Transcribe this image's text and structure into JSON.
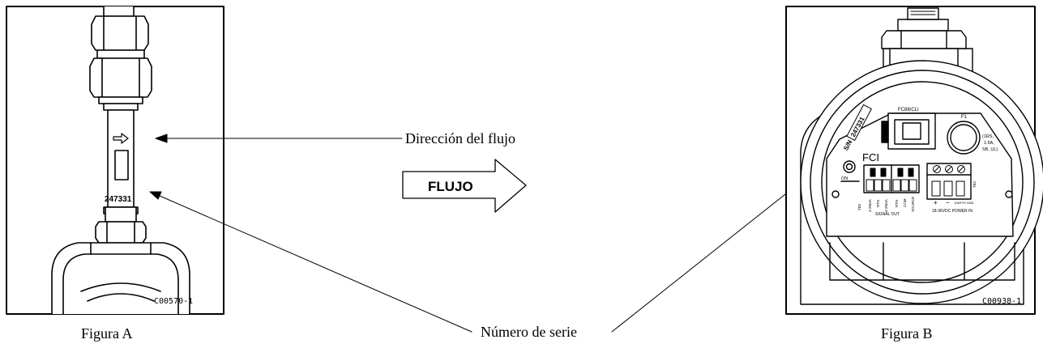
{
  "figure_a": {
    "caption": "Figura A",
    "code": "C00570-1",
    "serial": "247331"
  },
  "figure_b": {
    "caption": "Figura B",
    "code": "C00938-1",
    "serial": "247331",
    "sn_label": "S/N",
    "brand": "FCI",
    "port_label": "FC88/CLI",
    "fuse_label": "F1",
    "fuse_spec": [
      "(1RS,",
      "1.6A,",
      "SB, UL)"
    ],
    "led_label": "ON",
    "tb2": "TB2",
    "tb1": "TB1",
    "signal_terms": [
      "4-20mA",
      "RTN",
      "4-20mA",
      "RTN",
      "COM",
      "SOURCE"
    ],
    "signal_out": "SIGNAL OUT",
    "power_plus": "+",
    "power_minus": "−",
    "earth_gnd": "EARTH GND",
    "power_in": "18-36VDC POWER IN"
  },
  "callouts": {
    "flow_direction": "Dirección del flujo",
    "serial_number": "Número de serie"
  },
  "flow_arrow_label": "FLUJO"
}
